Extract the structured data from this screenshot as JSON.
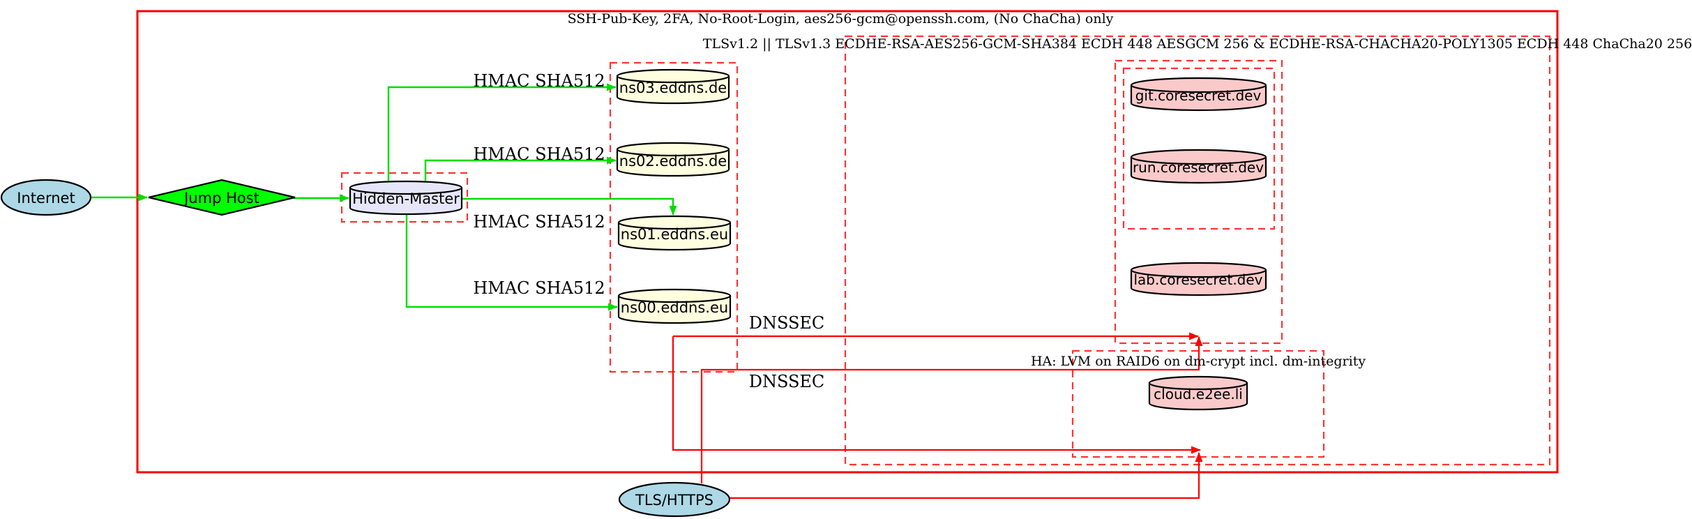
{
  "clusters": {
    "ssh": {
      "title": "SSH-Pub-Key, 2FA, No-Root-Login, aes256-gcm@openssh.com, (No ChaCha) only"
    },
    "tls": {
      "title": "TLSv1.2 || TLSv1.3 ECDHE-RSA-AES256-GCM-SHA384 ECDH 448 AESGCM 256 & ECDHE-RSA-CHACHA20-POLY1305 ECDH 448 ChaCha20 256"
    },
    "ha": {
      "title": "HA: LVM on RAID6 on dm-crypt incl. dm-integrity"
    }
  },
  "nodes": {
    "internet": {
      "label": "Internet",
      "fill": "#add8e6"
    },
    "jump_host": {
      "label": "Jump Host",
      "fill": "#00ff00"
    },
    "hidden_master": {
      "label": "Hidden-Master",
      "fill": "#e6e6fa"
    },
    "ns03": {
      "label": "ns03.eddns.de",
      "fill": "#ffffe0"
    },
    "ns02": {
      "label": "ns02.eddns.de",
      "fill": "#ffffe0"
    },
    "ns01": {
      "label": "ns01.eddns.eu",
      "fill": "#ffffe0"
    },
    "ns00": {
      "label": "ns00.eddns.eu",
      "fill": "#ffffe0"
    },
    "git": {
      "label": "git.coresecret.dev",
      "fill": "#facaca"
    },
    "run": {
      "label": "run.coresecret.dev",
      "fill": "#facaca"
    },
    "lab": {
      "label": "lab.coresecret.dev",
      "fill": "#facaca"
    },
    "cloud": {
      "label": "cloud.e2ee.li",
      "fill": "#facaca"
    },
    "tls_https": {
      "label": "TLS/HTTPS",
      "fill": "#add8e6"
    }
  },
  "edges": {
    "hmac_ns03": "HMAC SHA512",
    "hmac_ns02": "HMAC SHA512",
    "hmac_ns01": "HMAC SHA512",
    "hmac_ns00": "HMAC SHA512",
    "dnssec_upper": "DNSSEC",
    "dnssec_lower": "DNSSEC"
  },
  "colors": {
    "edge_green": "#00dd00",
    "edge_red": "#ff0000",
    "cluster_border_dashed": "#ff3333",
    "cluster_border_solid": "#f40000"
  }
}
